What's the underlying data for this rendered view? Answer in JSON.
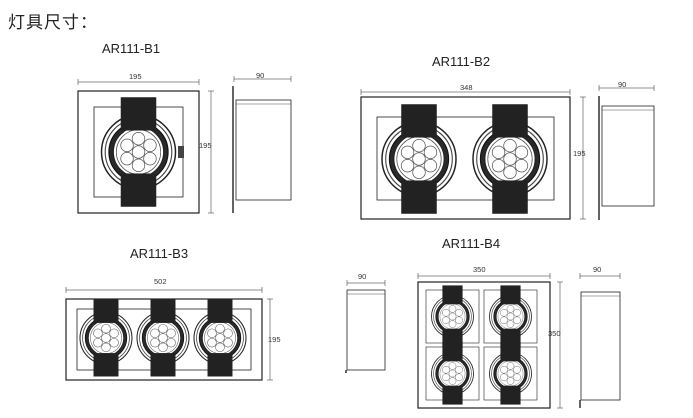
{
  "heading": "灯具尺寸：",
  "models": [
    {
      "id": "b1",
      "name": "AR111-B1",
      "front_width": "195",
      "front_height": "195",
      "side_depth": "90",
      "heads": 1
    },
    {
      "id": "b2",
      "name": "AR111-B2",
      "front_width": "348",
      "front_height": "195",
      "side_depth": "90",
      "heads": 2
    },
    {
      "id": "b3",
      "name": "AR111-B3",
      "front_width": "502",
      "front_height": "195",
      "heads": 3
    },
    {
      "id": "b4",
      "name": "AR111-B4",
      "front_width": "350",
      "front_height": "350",
      "side_depth": "90",
      "heads": 4
    }
  ]
}
